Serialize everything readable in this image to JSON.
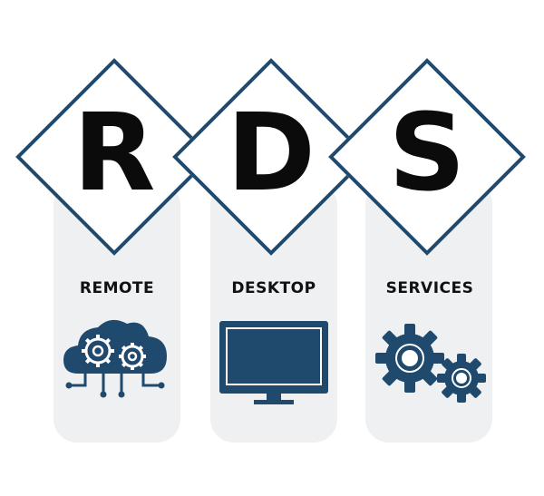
{
  "letters": [
    "R",
    "D",
    "S"
  ],
  "words": [
    "REMOTE",
    "DESKTOP",
    "SERVICES"
  ],
  "icons": [
    "cloud-gears-icon",
    "monitor-icon",
    "gears-icon"
  ],
  "colors": {
    "accent": "#1f4a6e",
    "panel": "#eef0f1",
    "text": "#0b0b0b"
  }
}
